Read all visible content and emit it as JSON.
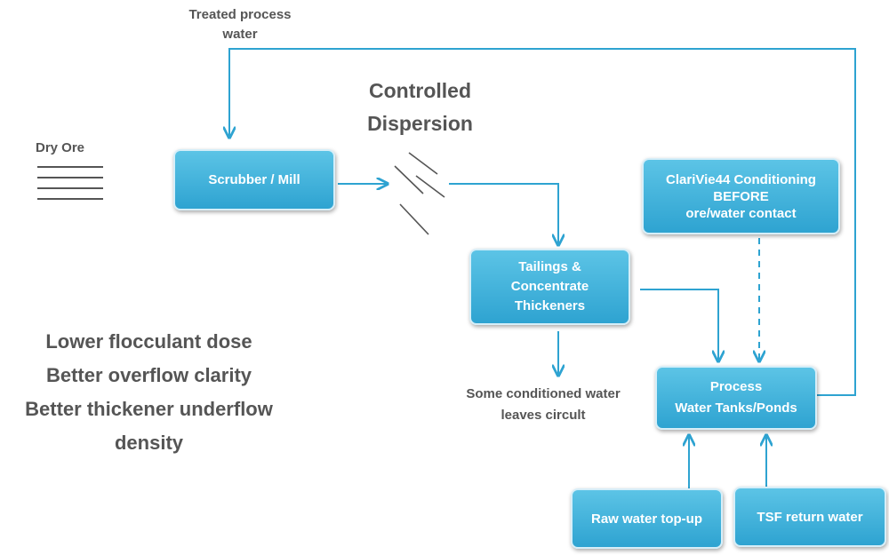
{
  "labels": {
    "treated_water": "Treated process water",
    "dry_ore": "Dry Ore",
    "controlled_dispersion": "Controlled Dispersion",
    "some_conditioned_water": "Some conditioned water leaves circult"
  },
  "boxes": {
    "scrubber_mill": "Scrubber / Mill",
    "clarivie_line1": "ClariVie44 Conditioning",
    "clarivie_line2": "BEFORE",
    "clarivie_line3": "ore/water contact",
    "thickeners_line1": "Tailings &",
    "thickeners_line2": "Concentrate",
    "thickeners_line3": "Thickeners",
    "process_line1": "Process",
    "process_line2": "Water Tanks/Ponds",
    "raw_water": "Raw water top-up",
    "tsf_return": "TSF return water"
  },
  "benefits": [
    "Lower flocculant dose",
    "Better overflow clarity",
    "Better thickener underflow density"
  ],
  "colors": {
    "box_top": "#5cc4e6",
    "box_bottom": "#2ea3d1",
    "arrow": "#2ea3d1",
    "text_gray": "#555555"
  }
}
